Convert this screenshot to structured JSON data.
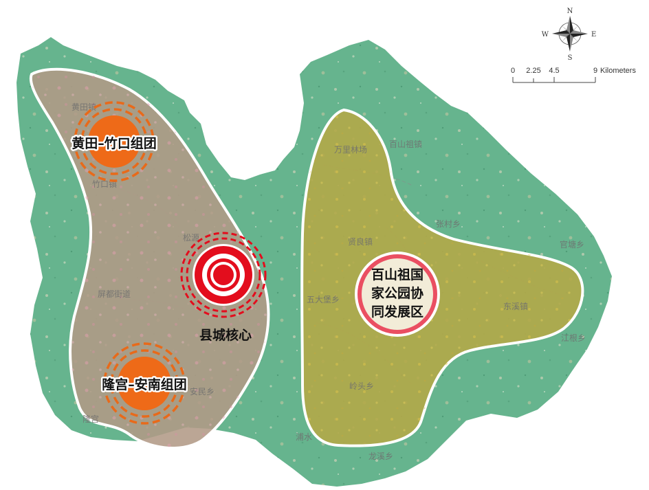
{
  "compass": {
    "north": "N",
    "south": "S",
    "east": "E",
    "west": "W"
  },
  "scale_bar": {
    "ticks": [
      "0",
      "2.25",
      "4.5",
      "9"
    ],
    "unit": "Kilometers"
  },
  "zones": {
    "huangtian": "黄田–竹口组团",
    "longgong": "隆宫–安南组团",
    "county_core": "县城核心",
    "park": {
      "line1": "百山祖国",
      "line2": "家公园协",
      "line3": "同发展区"
    }
  },
  "place_names": {
    "huangtian_town": "黄田镇",
    "zhukou_town": "竹口镇",
    "songyuan": "松源",
    "pingdu": "屏都街道",
    "anmin": "安民乡",
    "longgong_town": "隆宫",
    "wanli": "万里林场",
    "baishanzu": "百山祖镇",
    "zhangcun": "张村乡",
    "xianliang": "贤良镇",
    "guanyang": "官塘乡",
    "wuda": "五大堡乡",
    "dongxi": "东溪镇",
    "jiangen": "江根乡",
    "lingtou": "岭头乡",
    "pushui": "浦水",
    "longxi": "龙溪乡"
  },
  "colors": {
    "land": "#66b48e",
    "west_zone": "#b29a86",
    "park_zone": "#b2a948",
    "cluster_fill": "#ee6a18",
    "cluster_ring": "#e86a1a",
    "core_red": "#e30d1d",
    "park_ring": "#ea4f62",
    "park_center": "#f2ecd8"
  }
}
